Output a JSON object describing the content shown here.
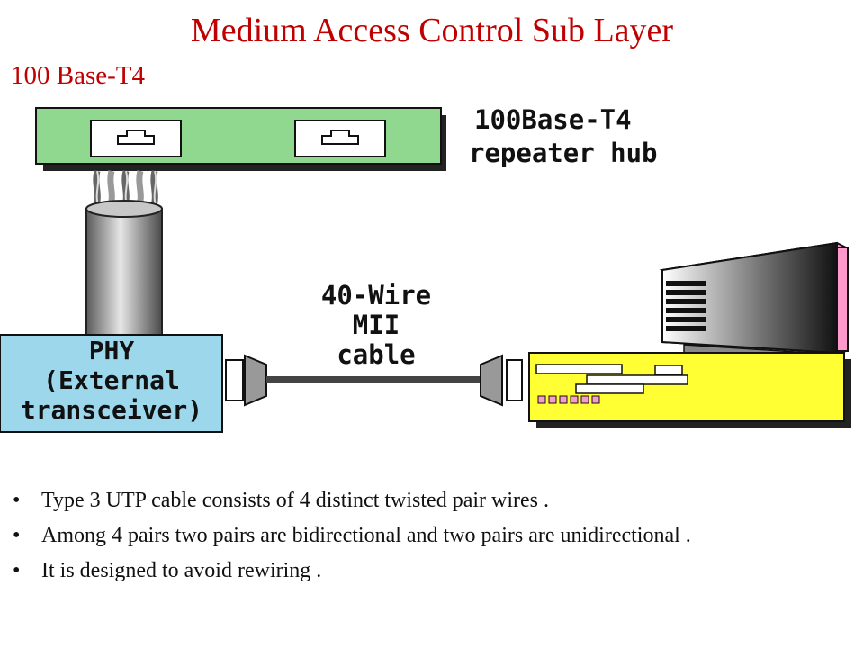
{
  "slide": {
    "title": "Medium Access Control Sub Layer",
    "subtitle": "100 Base-T4"
  },
  "diagram": {
    "hub_label_line1": "100Base-T4",
    "hub_label_line2": "repeater hub",
    "cable_label_line1": "40-Wire",
    "cable_label_line2": "MII",
    "cable_label_line3": "cable",
    "phy_label_line1": "PHY",
    "phy_label_line2": "(External",
    "phy_label_line3": "transceiver)",
    "colors": {
      "hub": "#90d890",
      "phy_box": "#9dd7ec",
      "computer_case": "#ffff33",
      "monitor_side": "#ff99cc",
      "title_red": "#c00000"
    }
  },
  "bullets": [
    "Type 3 UTP cable consists of 4 distinct twisted pair wires .",
    "Among 4 pairs two pairs are bidirectional and two pairs are unidirectional .",
    "It is designed to avoid rewiring ."
  ]
}
